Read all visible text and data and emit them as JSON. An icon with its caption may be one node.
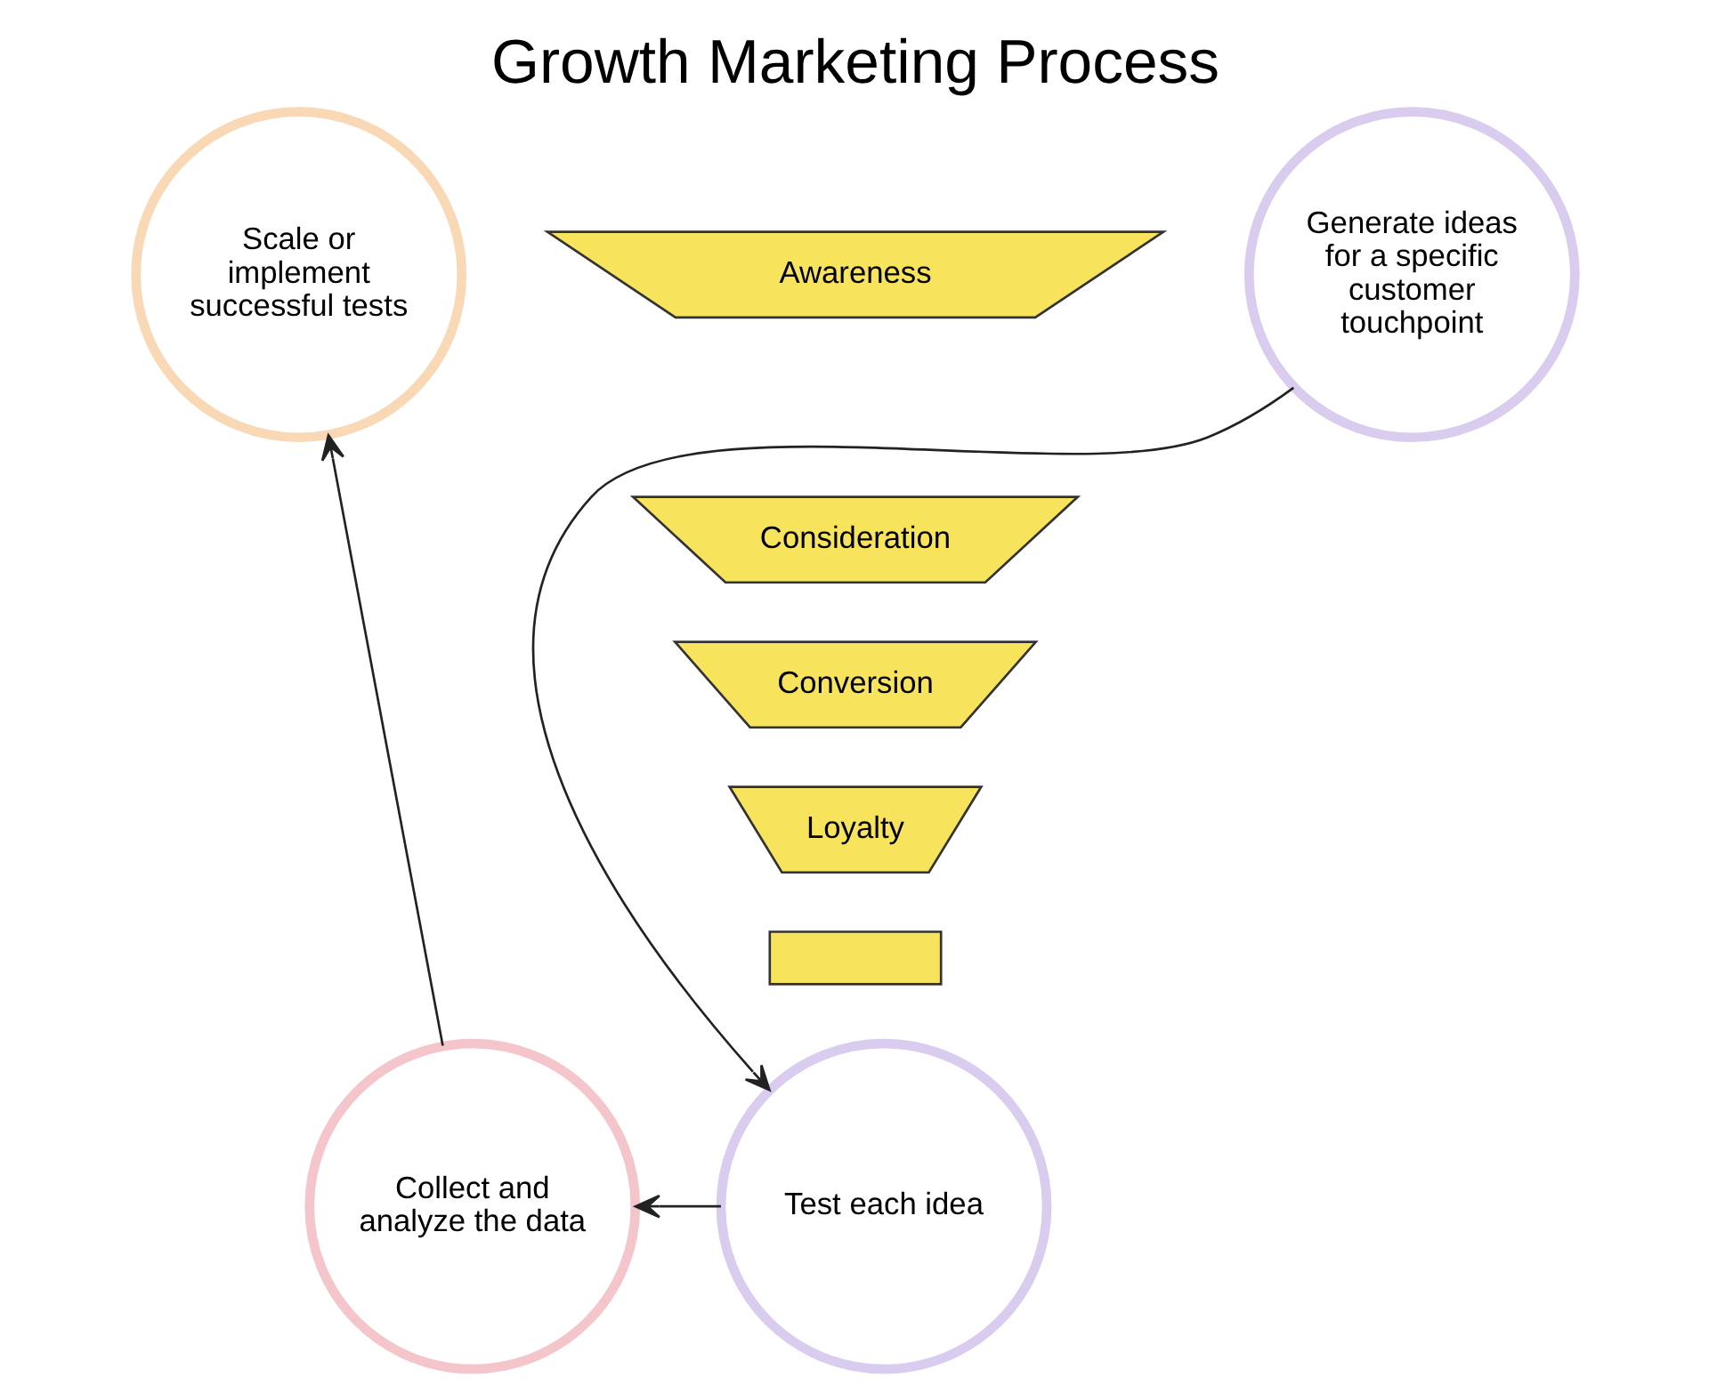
{
  "diagram": {
    "title": "Growth Marketing Process",
    "nodes": [
      {
        "text": [
          "Scale or implement successful tests"
        ]
      },
      {
        "text": [
          "Generate ideas for a specific customer touchpoint"
        ]
      },
      {
        "text": [
          "Awareness"
        ]
      },
      {
        "text": [
          "Consideration"
        ]
      },
      {
        "text": [
          "Conversion"
        ]
      },
      {
        "text": [
          "Loyalty"
        ]
      },
      {
        "text": [],
        "shape": "box"
      },
      {
        "text": [
          "Collect and analyze the data"
        ]
      },
      {
        "text": [
          "Test each idea"
        ]
      }
    ],
    "edges": [
      {
        "from": 1,
        "to": 8,
        "arrow": "to"
      },
      {
        "from": 8,
        "to": 7,
        "arrow": "to"
      },
      {
        "from": 7,
        "to": 0,
        "arrow": "to"
      }
    ]
  }
}
